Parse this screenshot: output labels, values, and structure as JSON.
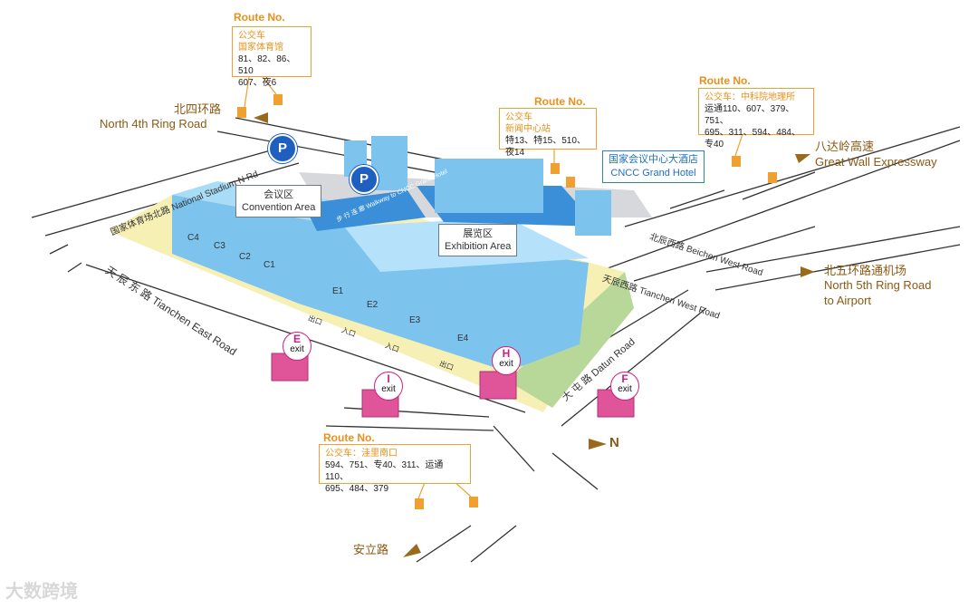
{
  "routes": [
    {
      "title": "Route No.",
      "lines": [
        "公交车",
        "国家体育馆",
        "81、82、86、510",
        "607、夜6"
      ]
    },
    {
      "title": "Route No.",
      "lines": [
        "公交车",
        "新闻中心站",
        "特13、特15、510、夜14"
      ]
    },
    {
      "title": "Route No.",
      "lines": [
        "公交车：中科院地理所",
        "运通110、607、379、751、",
        "695、311、594、484、专40"
      ]
    },
    {
      "title": "Route No.",
      "lines": [
        "公交车：洼里南口",
        "594、751、专40、311、运通110、",
        "695、484、379"
      ]
    }
  ],
  "roads": {
    "north4_cn": "北四环路",
    "north4_en": "North 4th Ring Road",
    "greatwall_cn": "八达岭高速",
    "greatwall_en": "Great Wall Expressway",
    "north5_cn": "北五环路通机场",
    "north5_en_1": "North 5th Ring Road",
    "north5_en_2": "to Airport",
    "anli": "安立路",
    "national_stadium": "国家体育场北路  National Stadium N Rd",
    "beichen_west": "北辰西路  Beichen West Road",
    "tianchen_west": "天辰西路  Tianchen West Road",
    "tianchen_east": "天 辰 东 路  Tianchen East Road",
    "datun": "大 屯 路  Datun Road"
  },
  "areas": {
    "convention_cn": "会议区",
    "convention_en": "Convention Area",
    "exhibition_cn": "展览区",
    "exhibition_en": "Exhibition Area",
    "hotel_cn": "国家会议中心大酒店",
    "hotel_en": "CNCC Grand Hotel",
    "walkway": "步 行 连 廊  Walkway to CNCC Grand Hotel"
  },
  "halls": [
    "C4",
    "C3",
    "C2",
    "C1",
    "E1",
    "E2",
    "E3",
    "E4"
  ],
  "entrance_labels": [
    "出口",
    "入口",
    "入口",
    "出口"
  ],
  "exits": [
    {
      "letter": "E",
      "word": "exit"
    },
    {
      "letter": "I",
      "word": "exit"
    },
    {
      "letter": "H",
      "word": "exit"
    },
    {
      "letter": "F",
      "word": "exit"
    }
  ],
  "parking": "P",
  "north": "N",
  "watermark": "大数跨境",
  "colors": {
    "route_border": "#f0a030",
    "route_title": "#e8901a",
    "road_text": "#8b5a14",
    "building": "#7cc4ee",
    "exit": "#e0559a"
  }
}
